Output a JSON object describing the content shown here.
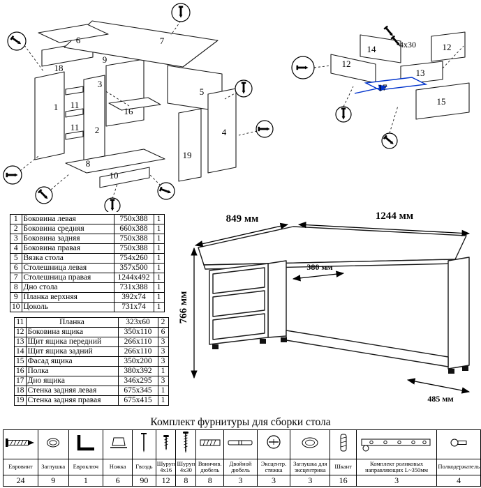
{
  "parts_table": {
    "rows": [
      {
        "n": "1",
        "name": "Боковина левая",
        "size": "750x388",
        "qty": "1"
      },
      {
        "n": "2",
        "name": "Боковина средняя",
        "size": "660x388",
        "qty": "1"
      },
      {
        "n": "3",
        "name": "Боковина задняя",
        "size": "750x388",
        "qty": "1"
      },
      {
        "n": "4",
        "name": "Боковина правая",
        "size": "750x388",
        "qty": "1"
      },
      {
        "n": "5",
        "name": "Вязка стола",
        "size": "754x260",
        "qty": "1"
      },
      {
        "n": "6",
        "name": "Столешница левая",
        "size": "357x500",
        "qty": "1"
      },
      {
        "n": "7",
        "name": "Столешница правая",
        "size": "1244x492",
        "qty": "1"
      },
      {
        "n": "8",
        "name": "Дно стола",
        "size": "731x388",
        "qty": "1"
      },
      {
        "n": "9",
        "name": "Планка верхняя",
        "size": "392x74",
        "qty": "1"
      },
      {
        "n": "10",
        "name": "Цоколь",
        "size": "731x74",
        "qty": "1"
      },
      {
        "n": "11",
        "name": "Планка",
        "size": "323x60",
        "qty": "2"
      },
      {
        "n": "12",
        "name": "Боковина ящика",
        "size": "350x110",
        "qty": "6"
      },
      {
        "n": "13",
        "name": "Щит ящика передний",
        "size": "266x110",
        "qty": "3"
      },
      {
        "n": "14",
        "name": "Щит ящика задний",
        "size": "266x110",
        "qty": "3"
      },
      {
        "n": "15",
        "name": "Фасад ящика",
        "size": "350x200",
        "qty": "3"
      },
      {
        "n": "16",
        "name": "Полка",
        "size": "380x392",
        "qty": "1"
      },
      {
        "n": "17",
        "name": "Дно ящика",
        "size": "346x295",
        "qty": "3"
      },
      {
        "n": "18",
        "name": "Стенка задняя левая",
        "size": "675x345",
        "qty": "1"
      },
      {
        "n": "19",
        "name": "Стенка задняя правая",
        "size": "675x415",
        "qty": "1"
      }
    ]
  },
  "dimensions": {
    "w_left": "849 мм",
    "w_top": "1244 мм",
    "inner": "380 мм",
    "height": "766 мм",
    "depth": "485 мм"
  },
  "exploded_view": {
    "labels": {
      "n1": "1",
      "n2": "2",
      "n3": "3",
      "n4": "4",
      "n5": "5",
      "n6": "6",
      "n7": "7",
      "n8": "8",
      "n9": "9",
      "n10": "10",
      "n11a": "11",
      "n11b": "11",
      "n16": "16",
      "n18": "18",
      "n19": "19"
    }
  },
  "drawer_detail": {
    "labels": {
      "d14": "14",
      "d12a": "12",
      "d12b": "12",
      "d13": "13",
      "d17": "17",
      "d15": "15"
    },
    "note": "4x30"
  },
  "hardware": {
    "title": "Комплект фурнитуры для сборки стола",
    "items": [
      {
        "name": "Евровинт",
        "qty": "24",
        "icon": "euroscrew-icon"
      },
      {
        "name": "Заглушка",
        "qty": "9",
        "icon": "plug-icon"
      },
      {
        "name": "Евроключ",
        "qty": "1",
        "icon": "hexkey-icon"
      },
      {
        "name": "Ножка",
        "qty": "6",
        "icon": "foot-icon"
      },
      {
        "name": "Гвоздь",
        "qty": "90",
        "icon": "nail-icon"
      },
      {
        "name": "Шуруп 4x16",
        "qty": "12",
        "icon": "screw-small-icon"
      },
      {
        "name": "Шуруп 4x30",
        "qty": "8",
        "icon": "screw-long-icon"
      },
      {
        "name": "Ввинчив. дюбель",
        "qty": "8",
        "icon": "threaded-dowel-icon"
      },
      {
        "name": "Двойной дюбель",
        "qty": "3",
        "icon": "double-dowel-icon"
      },
      {
        "name": "Эксцентр. стяжка",
        "qty": "3",
        "icon": "cam-lock-icon"
      },
      {
        "name": "Заглушка для эксцентрика",
        "qty": "3",
        "icon": "cam-cap-icon"
      },
      {
        "name": "Шкант",
        "qty": "16",
        "icon": "wood-dowel-icon"
      },
      {
        "name": "Комплект роликовых направляющих L~350мм",
        "qty": "3",
        "icon": "slide-rail-icon"
      },
      {
        "name": "Полкодержатель",
        "qty": "4",
        "icon": "shelf-pin-icon"
      }
    ]
  }
}
